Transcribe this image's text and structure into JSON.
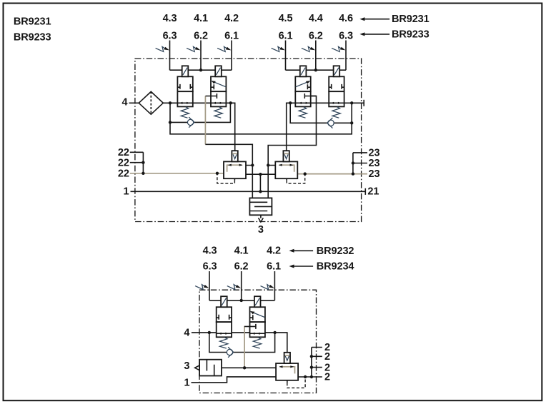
{
  "colors": {
    "line": "#161616",
    "pilot_tan": "#a49a86",
    "detail_blue": "#2e4358",
    "background": "#ffffff"
  },
  "top_circuit": {
    "left_ids": [
      "BR9231",
      "BR9233"
    ],
    "row4": [
      "4.3",
      "4.1",
      "4.2",
      "4.5",
      "4.4",
      "4.6"
    ],
    "row6": [
      "6.3",
      "6.2",
      "6.1",
      "6.1",
      "6.2",
      "6.3"
    ],
    "right_ids": [
      "BR9231",
      "BR9233"
    ],
    "port_supply": "4",
    "ports_22": [
      "22",
      "22",
      "22"
    ],
    "ports_23": [
      "23",
      "23",
      "23"
    ],
    "port_1": "1",
    "port_21": "21",
    "port_3": "3"
  },
  "bottom_circuit": {
    "row4": [
      "4.3",
      "4.1",
      "4.2"
    ],
    "row6": [
      "6.3",
      "6.2",
      "6.1"
    ],
    "right_ids": [
      "BR9232",
      "BR9234"
    ],
    "port_supply": "4",
    "port_3": "3",
    "port_1": "1",
    "ports_2": [
      "2",
      "2",
      "2",
      "2"
    ]
  }
}
